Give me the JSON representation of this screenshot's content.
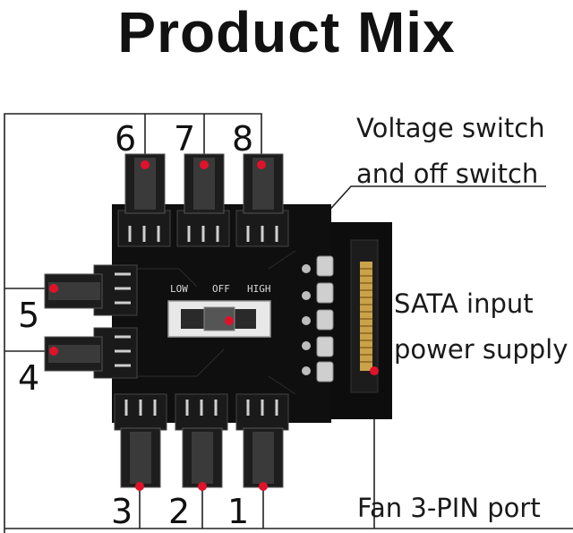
{
  "title": "Product Mix",
  "labels": {
    "voltage_switch_line1": "Voltage switch",
    "voltage_switch_line2": "and off switch",
    "sata_line1": "SATA input",
    "sata_line2": "power supply",
    "fan_port": "Fan 3-PIN port"
  },
  "switch_labels": {
    "low": "LOW",
    "off": "OFF",
    "high": "HIGH"
  },
  "port_numbers": [
    "1",
    "2",
    "3",
    "4",
    "5",
    "6",
    "7",
    "8"
  ],
  "colors": {
    "marker": "#e0122a",
    "board": "#111111",
    "line": "#222222"
  }
}
